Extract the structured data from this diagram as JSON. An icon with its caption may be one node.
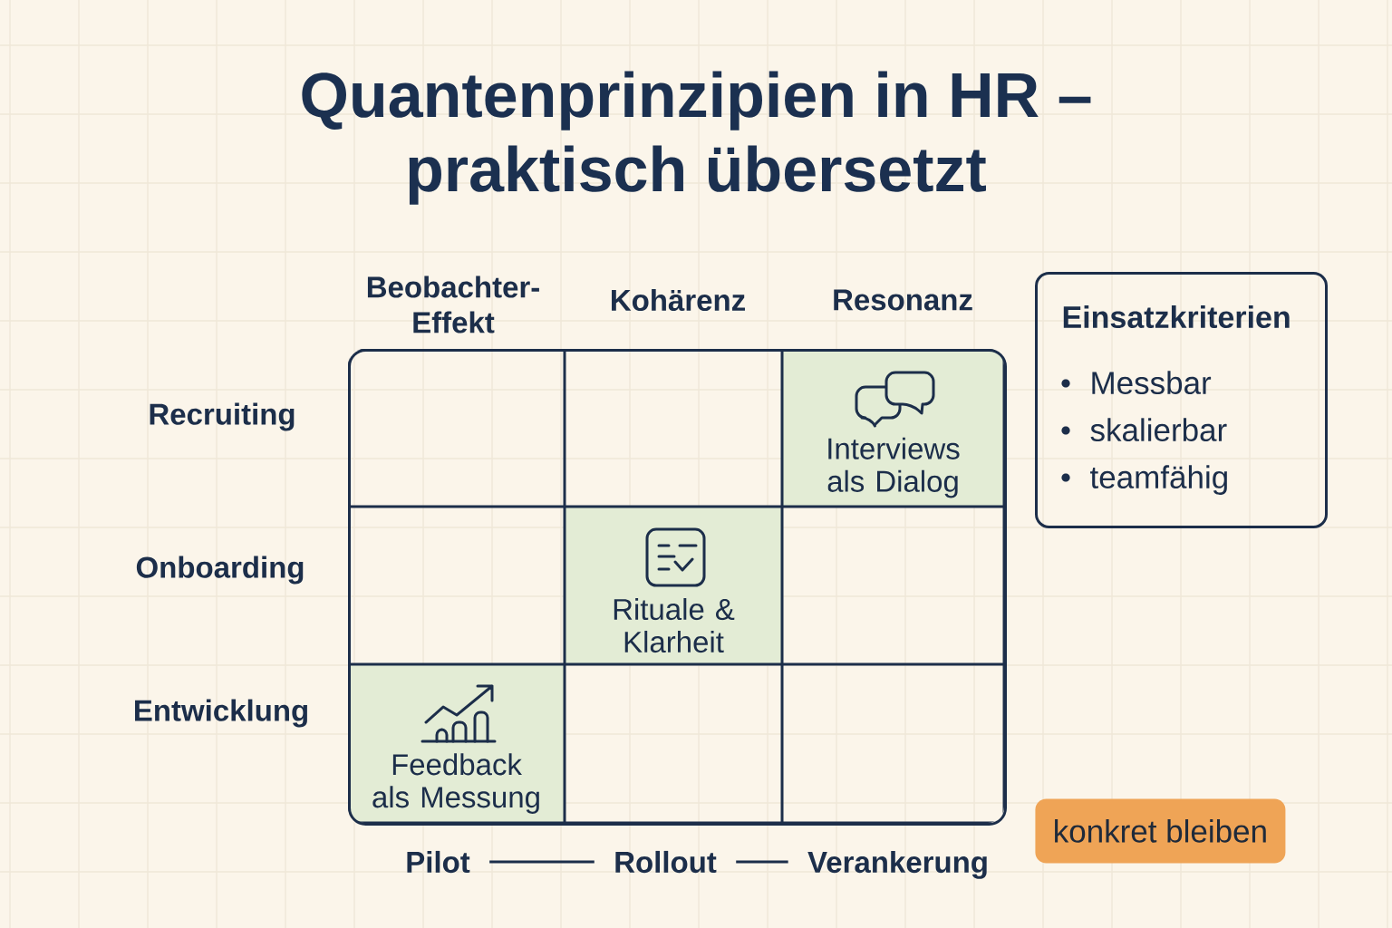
{
  "diagram": {
    "title": "Quantenprinzipien in HR – praktisch übersetzt",
    "nodes": [
      {
        "text": [],
        "shape": "box"
      },
      {
        "text": [],
        "shape": "box",
        "in": 0
      },
      {
        "text": [],
        "shape": "box",
        "in": 0
      },
      {
        "text": [
          "Interviews als Dialog"
        ],
        "in": 0
      },
      {
        "text": [],
        "shape": "box",
        "in": 0
      },
      {
        "text": [
          "Rituale & Klarheit"
        ],
        "in": 0
      },
      {
        "text": [],
        "shape": "box",
        "in": 0
      },
      {
        "text": [
          "Feedback als Messung"
        ],
        "in": 0
      },
      {
        "text": [],
        "shape": "box",
        "in": 0
      },
      {
        "text": [],
        "shape": "box",
        "in": 0
      },
      {
        "text": [
          "Einsatzkriterien",
          "Messbar",
          "skalierbar",
          "teamfähig"
        ]
      },
      {
        "text": [
          "konkret bleiben"
        ]
      },
      {
        "text": [
          "Pilot"
        ]
      },
      {
        "text": [
          "Rollout"
        ]
      },
      {
        "text": [
          "Verankerung"
        ]
      }
    ],
    "edges": [
      {
        "from": 12,
        "to": 13,
        "arrow": "none"
      },
      {
        "from": 13,
        "to": 14,
        "arrow": "none"
      }
    ],
    "labels": [
      "Beobachter-Effekt",
      "Kohärenz",
      "Resonanz",
      "Recruiting",
      "Onboarding",
      "Entwicklung"
    ]
  }
}
